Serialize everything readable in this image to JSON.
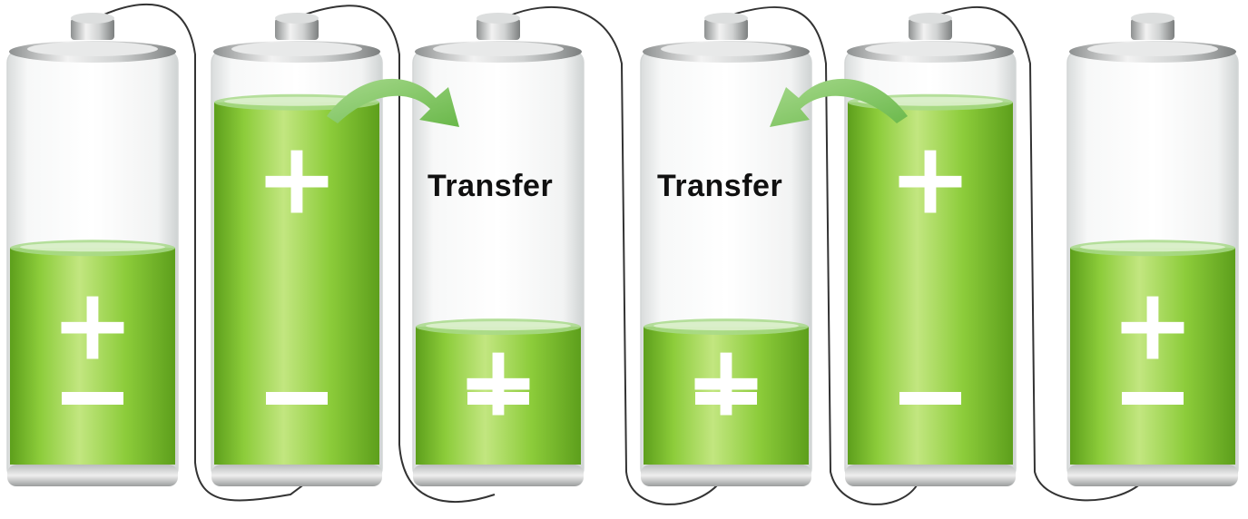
{
  "diagram": {
    "batteries": [
      {
        "id": "battery-1",
        "charge_level": 0.55,
        "plus_symbol": "+",
        "minus_symbol": "−"
      },
      {
        "id": "battery-2",
        "charge_level": 0.92,
        "plus_symbol": "+",
        "minus_symbol": "−"
      },
      {
        "id": "battery-3",
        "charge_level": 0.35,
        "plus_symbol": "+",
        "minus_symbol": "−"
      },
      {
        "id": "battery-4",
        "charge_level": 0.35,
        "plus_symbol": "+",
        "minus_symbol": "−"
      },
      {
        "id": "battery-5",
        "charge_level": 0.92,
        "plus_symbol": "+",
        "minus_symbol": "−"
      },
      {
        "id": "battery-6",
        "charge_level": 0.55,
        "plus_symbol": "+",
        "minus_symbol": "−"
      }
    ],
    "transfers": [
      {
        "from": "battery-2",
        "to": "battery-3",
        "label": "Transfer"
      },
      {
        "from": "battery-5",
        "to": "battery-4",
        "label": "Transfer"
      }
    ],
    "colors": {
      "liquid_dark": "#5d9f1c",
      "liquid_mid": "#8ccc3a",
      "liquid_light": "#c2e680",
      "arrow": "#6ab84a",
      "wire": "#333333",
      "label": "#111111"
    }
  }
}
